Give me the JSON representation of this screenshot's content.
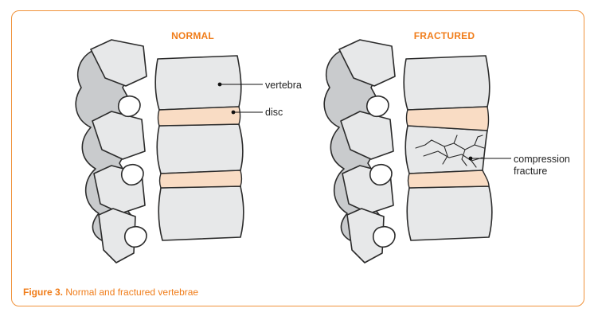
{
  "panels": {
    "normal": {
      "heading": "NORMAL"
    },
    "fractured": {
      "heading": "FRACTURED"
    }
  },
  "labels": {
    "vertebra": "vertebra",
    "disc": "disc",
    "compression_line1": "compression",
    "compression_line2": "fracture"
  },
  "caption": {
    "figure_number": "Figure 3.",
    "text": "Normal and fractured vertebrae"
  },
  "colors": {
    "accent": "#f07d1a",
    "border": "#f0923a",
    "bone_fill": "#e7e8e9",
    "bone_shade": "#c9cbcd",
    "bone_outline": "#2b2b2b",
    "disc_fill": "#f9dcc4"
  }
}
